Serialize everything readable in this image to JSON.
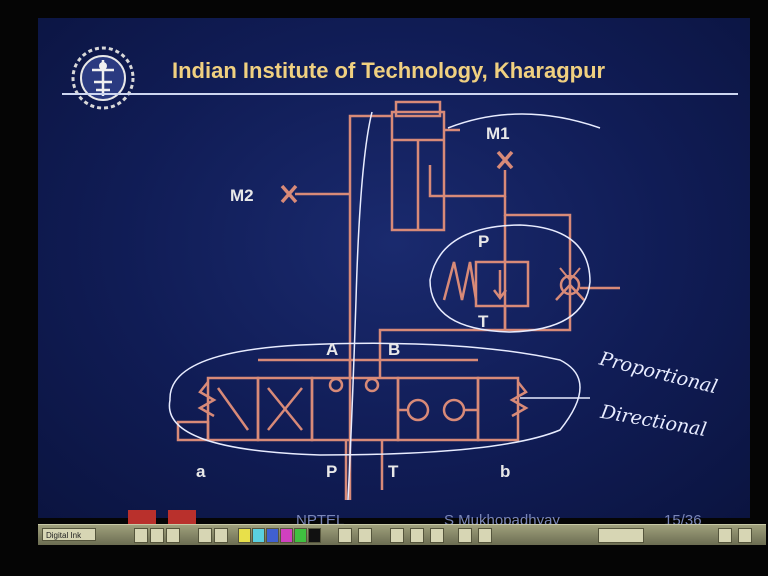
{
  "slide": {
    "title": "Indian Institute of Technology, Kharagpur",
    "labels": {
      "m1": "M1",
      "m2": "M2",
      "p_relief": "P",
      "t_relief": "T",
      "a_port": "A",
      "b_port": "B",
      "p_port": "P",
      "t_port": "T",
      "a_sol": "a",
      "b_sol": "b"
    },
    "handwriting": [
      "Proportional",
      "Directional"
    ],
    "footer": {
      "left": "NPTEL",
      "author": "S Mukhopadhyay",
      "page": "15/36"
    }
  },
  "taskbar": {
    "start_label": "Digital Ink"
  },
  "colors": {
    "background": "#101c55",
    "title": "#f0d080",
    "symbol": "#d88a78",
    "pen": "#e8ecff"
  }
}
